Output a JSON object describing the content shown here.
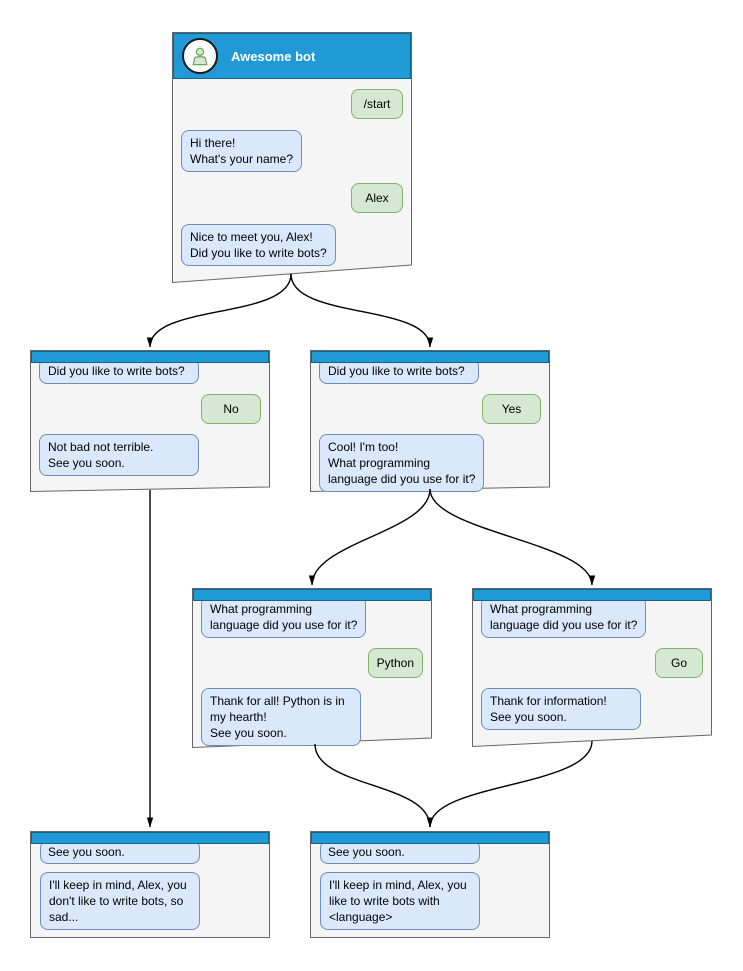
{
  "diagram": {
    "type": "chatbot-conversation-flowchart",
    "colors": {
      "header_blue": "#1f9ad6",
      "node_fill": "#f5f5f5",
      "node_border": "#666666",
      "bot_bubble_fill": "#dae8fc",
      "bot_bubble_border": "#6c8ebf",
      "user_bubble_fill": "#d5e8d4",
      "user_bubble_border": "#82b366",
      "arrow": "#000000"
    },
    "nodes": {
      "root": {
        "title": "Awesome bot",
        "avatar_icon": "person-icon",
        "messages": [
          {
            "from": "user",
            "text": "/start"
          },
          {
            "from": "bot",
            "text": "Hi there!\nWhat's your name?"
          },
          {
            "from": "user",
            "text": "Alex"
          },
          {
            "from": "bot",
            "text": "Nice to meet you, Alex!\nDid you like to write bots?"
          }
        ]
      },
      "branch_no": {
        "messages": [
          {
            "from": "bot",
            "text": "Did you like to write bots?"
          },
          {
            "from": "user",
            "text": "No"
          },
          {
            "from": "bot",
            "text": "Not bad not terrible.\nSee you soon."
          }
        ]
      },
      "branch_yes": {
        "messages": [
          {
            "from": "bot",
            "text": "Did you like to write bots?"
          },
          {
            "from": "user",
            "text": "Yes"
          },
          {
            "from": "bot",
            "text": "Cool! I'm too!\nWhat programming\nlanguage did you use for it?"
          }
        ]
      },
      "lang_python": {
        "messages": [
          {
            "from": "bot",
            "text": "What programming\nlanguage did you use for it?"
          },
          {
            "from": "user",
            "text": "Python"
          },
          {
            "from": "bot",
            "text": "Thank for all! Python is in\nmy hearth!\nSee you soon."
          }
        ]
      },
      "lang_go": {
        "messages": [
          {
            "from": "bot",
            "text": "What programming\nlanguage did you use for it?"
          },
          {
            "from": "user",
            "text": "Go"
          },
          {
            "from": "bot",
            "text": "Thank for information!\nSee you soon."
          }
        ]
      },
      "final_no": {
        "messages": [
          {
            "from": "bot",
            "text": "See you soon."
          },
          {
            "from": "bot",
            "text": "I'll keep in mind, Alex, you\ndon't like to write bots, so\nsad..."
          }
        ]
      },
      "final_yes": {
        "messages": [
          {
            "from": "bot",
            "text": "See you soon."
          },
          {
            "from": "bot",
            "text": "I'll keep in mind, Alex, you\nlike to write bots with\n<language>"
          }
        ]
      }
    },
    "edges": [
      {
        "from": "root",
        "to": "branch_no"
      },
      {
        "from": "root",
        "to": "branch_yes"
      },
      {
        "from": "branch_yes",
        "to": "lang_python"
      },
      {
        "from": "branch_yes",
        "to": "lang_go"
      },
      {
        "from": "branch_no",
        "to": "final_no"
      },
      {
        "from": "lang_python",
        "to": "final_yes"
      },
      {
        "from": "lang_go",
        "to": "final_yes"
      }
    ]
  }
}
